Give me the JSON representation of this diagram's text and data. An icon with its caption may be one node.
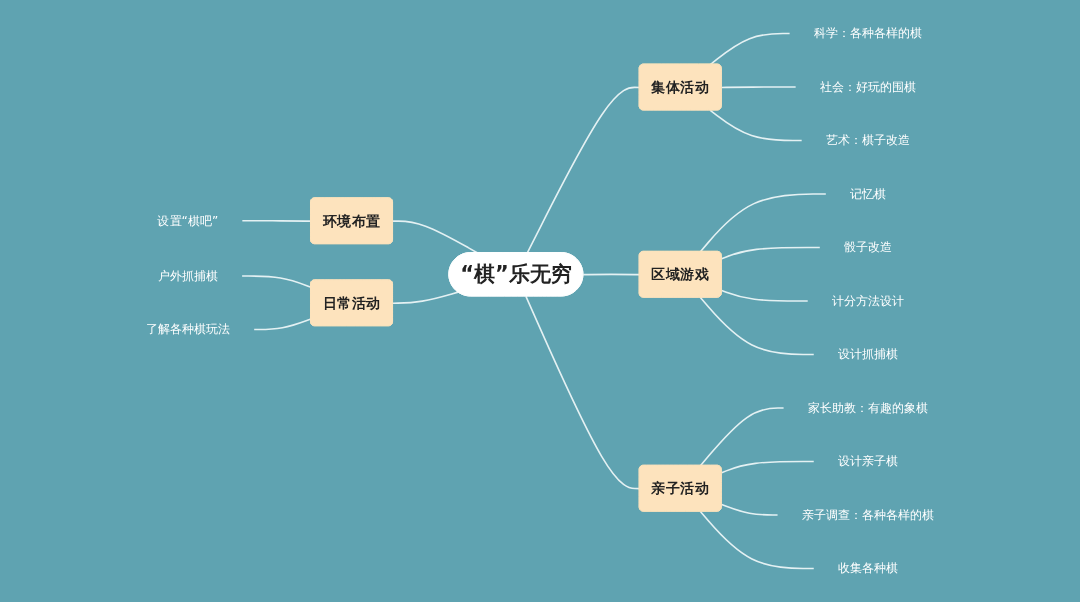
{
  "diagram": {
    "nodes": [
      {
        "text": [
          "“棋”乐无穷"
        ]
      },
      {
        "text": [
          "集体活动"
        ]
      },
      {
        "text": [
          "科学：各种各样的棋"
        ]
      },
      {
        "text": [
          "社会：好玩的围棋"
        ]
      },
      {
        "text": [
          "艺术：棋子改造"
        ]
      },
      {
        "text": [
          "区域游戏"
        ]
      },
      {
        "text": [
          "记忆棋"
        ]
      },
      {
        "text": [
          "骰子改造"
        ]
      },
      {
        "text": [
          "计分方法设计"
        ]
      },
      {
        "text": [
          "设计抓捕棋"
        ]
      },
      {
        "text": [
          "亲子活动"
        ]
      },
      {
        "text": [
          "家长助教：有趣的象棋"
        ]
      },
      {
        "text": [
          "设计亲子棋"
        ]
      },
      {
        "text": [
          "亲子调查：各种各样的棋"
        ]
      },
      {
        "text": [
          "收集各种棋"
        ]
      },
      {
        "text": [
          "环境布置"
        ]
      },
      {
        "text": [
          "设置“棋吧”"
        ]
      },
      {
        "text": [
          "日常活动"
        ]
      },
      {
        "text": [
          "户外抓捕棋"
        ]
      },
      {
        "text": [
          "了解各种棋玩法"
        ]
      }
    ],
    "edges": [
      {
        "from": 0,
        "to": 1,
        "arrow": "none"
      },
      {
        "from": 1,
        "to": 2,
        "arrow": "none"
      },
      {
        "from": 1,
        "to": 3,
        "arrow": "none"
      },
      {
        "from": 1,
        "to": 4,
        "arrow": "none"
      },
      {
        "from": 0,
        "to": 5,
        "arrow": "none"
      },
      {
        "from": 5,
        "to": 6,
        "arrow": "none"
      },
      {
        "from": 5,
        "to": 7,
        "arrow": "none"
      },
      {
        "from": 5,
        "to": 8,
        "arrow": "none"
      },
      {
        "from": 5,
        "to": 9,
        "arrow": "none"
      },
      {
        "from": 0,
        "to": 10,
        "arrow": "none"
      },
      {
        "from": 10,
        "to": 11,
        "arrow": "none"
      },
      {
        "from": 10,
        "to": 12,
        "arrow": "none"
      },
      {
        "from": 10,
        "to": 13,
        "arrow": "none"
      },
      {
        "from": 10,
        "to": 14,
        "arrow": "none"
      },
      {
        "from": 15,
        "to": 0,
        "arrow": "none"
      },
      {
        "from": 16,
        "to": 15,
        "arrow": "none"
      },
      {
        "from": 17,
        "to": 0,
        "arrow": "none"
      },
      {
        "from": 18,
        "to": 17,
        "arrow": "none"
      },
      {
        "from": 19,
        "to": 17,
        "arrow": "none"
      }
    ]
  }
}
